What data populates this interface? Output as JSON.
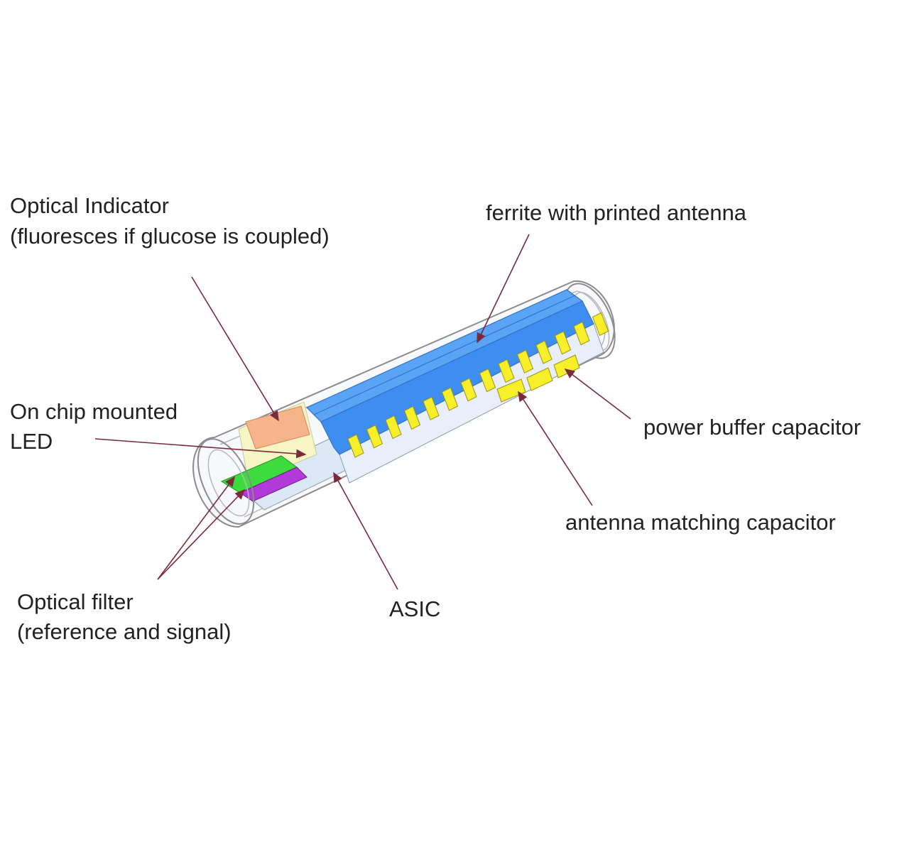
{
  "labels": {
    "optical_indicator": {
      "line1": "Optical Indicator",
      "line2": "(fluoresces if glucose is coupled)"
    },
    "ferrite": "ferrite with printed antenna",
    "led": {
      "line1": "On chip mounted",
      "line2": "LED"
    },
    "power_buffer": "power buffer capacitor",
    "antenna_matching": "antenna matching capacitor",
    "optical_filter": {
      "line1": "Optical filter",
      "line2": "(reference and signal)"
    },
    "asic": "ASIC"
  },
  "colors": {
    "ferrite_blue": "#3d8ef0",
    "ferrite_top": "#5aa3f5",
    "antenna_yellow": "#f7ef2a",
    "indicator_orange": "#f5b48a",
    "led_yellow": "#f6f6c4",
    "filter_green": "#3ddc3d",
    "filter_purple": "#b13ad9",
    "asic_fill": "#dde8f7",
    "leader_line": "#7a2a3a",
    "capsule_outline": "#8c8c8c"
  }
}
